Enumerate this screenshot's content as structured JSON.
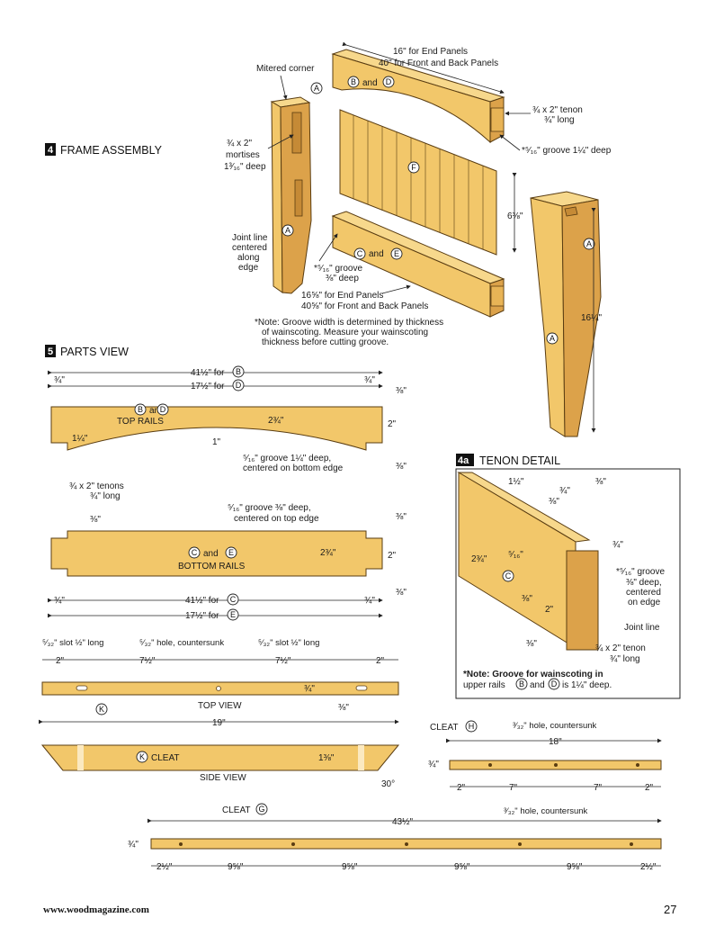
{
  "footer": {
    "url": "www.woodmagazine.com",
    "page_number": "27"
  },
  "sections": {
    "frame_assembly": {
      "number": "4",
      "title": "FRAME ASSEMBLY",
      "labels": {
        "mitered_corner": "Mitered corner",
        "top_len_1": "16\" for End Panels",
        "top_len_2": "40\" for Front and Back Panels",
        "tenon_1": "¾ x 2\" tenon",
        "tenon_2": "¾\" long",
        "groove_top": "*⁵⁄₁₆\" groove 1¼\" deep",
        "mortise_1": "¾ x 2\"",
        "mortise_2": "mortises",
        "mortise_3": "1³⁄₁₆\" deep",
        "joint_1": "Joint line",
        "joint_2": "centered",
        "joint_3": "along",
        "joint_4": "edge",
        "panel_height": "6⅜\"",
        "groove_b1": "*⁵⁄₁₆\" groove",
        "groove_b2": "⅜\" deep",
        "bot_len_1": "16⅝\" for End Panels",
        "bot_len_2": "40⅝\" for Front and Back Panels",
        "leg_len": "16¼\"",
        "note_1": "*Note: Groove width is determined by thickness",
        "note_2": "of wainscoting. Measure your wainscoting",
        "note_3": "thickness before cutting groove.",
        "label_bd": "B and D",
        "label_ce": "C and E"
      }
    },
    "parts_view": {
      "number": "5",
      "title": "PARTS VIEW",
      "top": {
        "len_b": "41½\" for",
        "len_d": "17½\" for",
        "end_left": "¾\"",
        "end_right": "¾\"",
        "name_1": "and",
        "name_2": "TOP RAILS",
        "height": "2¾\"",
        "arc": "1\"",
        "left_h": "1¼\"",
        "r_top": "⅜\"",
        "r_mid": "2\"",
        "r_bot": "⅜\"",
        "groove_1": "⁵⁄₁₆\" groove 1¼\" deep,",
        "groove_2": "centered on bottom edge"
      },
      "tenons": {
        "line1": "¾ x 2\" tenons",
        "line2": "¾\" long"
      },
      "bottom": {
        "groove_1": "⁵⁄₁₆\" groove ⅜\" deep,",
        "groove_2": "centered on top edge",
        "left_top": "⅜\"",
        "name_1": "and",
        "name_2": "BOTTOM RAILS",
        "height": "2¾\"",
        "r_top": "⅜\"",
        "r_mid": "2\"",
        "r_bot": "⅜\"",
        "end_left": "¾\"",
        "end_right": "¾\"",
        "len_c": "41½\" for",
        "len_e": "17½\" for"
      },
      "cleat_k": {
        "slot1": "⁵⁄₃₂\" slot ½\" long",
        "hole": "⁵⁄₃₂\" hole, countersunk",
        "slot2": "⁵⁄₃₂\" slot ½\" long",
        "d1": "2\"",
        "d2": "7½\"",
        "d3": "7½\"",
        "d4": "2\"",
        "thick": "¾\"",
        "small": "⅜\"",
        "top_view": "TOP VIEW",
        "overall": "19\"",
        "cleat_label": "CLEAT",
        "side_h": "1⅜\"",
        "side_view": "SIDE VIEW",
        "angle": "30°"
      }
    },
    "tenon_detail": {
      "number": "4a",
      "title": "TENON DETAIL",
      "d_1_5": "1½\"",
      "d_34a": "¾\"",
      "d_38a": "⅜\"",
      "d_38b": "⅜\"",
      "d_34b": "¾\"",
      "d_516": "⁵⁄₁₆\"",
      "d_234": "2¾\"",
      "d_38c": "⅜\"",
      "d_2": "2\"",
      "d_38d": "⅜\"",
      "groove_1": "*⁵⁄₁₆\" groove",
      "groove_2": "⅜\" deep,",
      "groove_3": "centered",
      "groove_4": "on edge",
      "joint": "Joint line",
      "tenon_1": "¾ x 2\" tenon",
      "tenon_2": "¾\" long",
      "note_1": "*Note: Groove for wainscoting in",
      "note_2a": "upper rails",
      "note_2b": "and",
      "note_2c": "is 1¼\" deep."
    },
    "cleat_h": {
      "title": "CLEAT",
      "hole": "³⁄₃₂\" hole, countersunk",
      "overall": "18\"",
      "thick": "¾\"",
      "d1": "2\"",
      "d2": "7\"",
      "d3": "7\"",
      "d4": "2\""
    },
    "cleat_g": {
      "title": "CLEAT",
      "hole": "³⁄₃₂\" hole, countersunk",
      "overall": "43½\"",
      "thick": "¾\"",
      "d1": "2½\"",
      "d2": "9⅝\"",
      "d3": "9⅝\"",
      "d4": "9⅝\"",
      "d5": "9⅝\"",
      "d6": "2½\""
    },
    "part_letters": {
      "a": "A",
      "b": "B",
      "c": "C",
      "d": "D",
      "e": "E",
      "f": "F",
      "g": "G",
      "h": "H",
      "k": "K"
    }
  },
  "colors": {
    "wood": "#f2c76a",
    "wood_dark": "#dca24a",
    "wood_light": "#f7d88c",
    "outline": "#5a3d12"
  }
}
